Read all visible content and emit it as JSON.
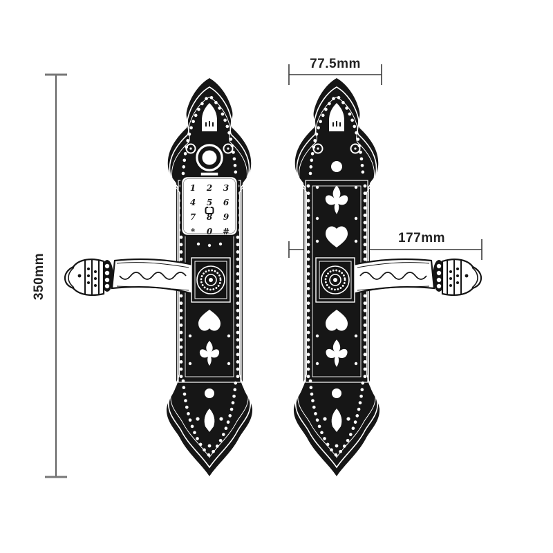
{
  "annotations": {
    "plate_height": "350mm",
    "plate_width": "77.5mm",
    "handle_span": "177mm"
  },
  "keypad": {
    "keys": [
      "1",
      "2",
      "3",
      "4",
      "5",
      "6",
      "7",
      "8",
      "9",
      "*",
      "0",
      "#"
    ],
    "center_icon": "door-viewer-icon"
  },
  "colors": {
    "background": "#ffffff",
    "line_art": "#161616",
    "dimension": "#3a3a3a",
    "label_text": "#222222"
  }
}
